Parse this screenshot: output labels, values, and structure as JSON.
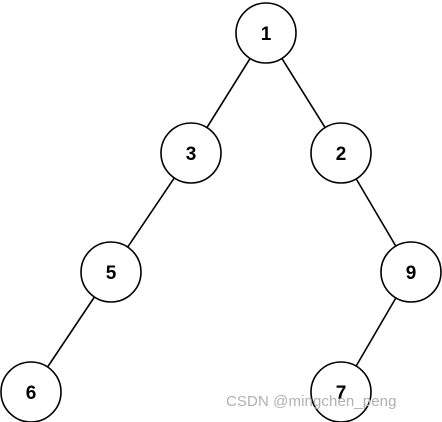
{
  "tree": {
    "nodes": [
      {
        "id": "n1",
        "label": "1"
      },
      {
        "id": "n3",
        "label": "3"
      },
      {
        "id": "n2",
        "label": "2"
      },
      {
        "id": "n5",
        "label": "5"
      },
      {
        "id": "n9",
        "label": "9"
      },
      {
        "id": "n6",
        "label": "6"
      },
      {
        "id": "n7",
        "label": "7"
      }
    ],
    "edges": [
      {
        "from": "n1",
        "to": "n3"
      },
      {
        "from": "n1",
        "to": "n2"
      },
      {
        "from": "n3",
        "to": "n5"
      },
      {
        "from": "n2",
        "to": "n9"
      },
      {
        "from": "n5",
        "to": "n6"
      },
      {
        "from": "n9",
        "to": "n7"
      }
    ]
  },
  "watermark": {
    "text": "CSDN @mingchen_peng"
  }
}
